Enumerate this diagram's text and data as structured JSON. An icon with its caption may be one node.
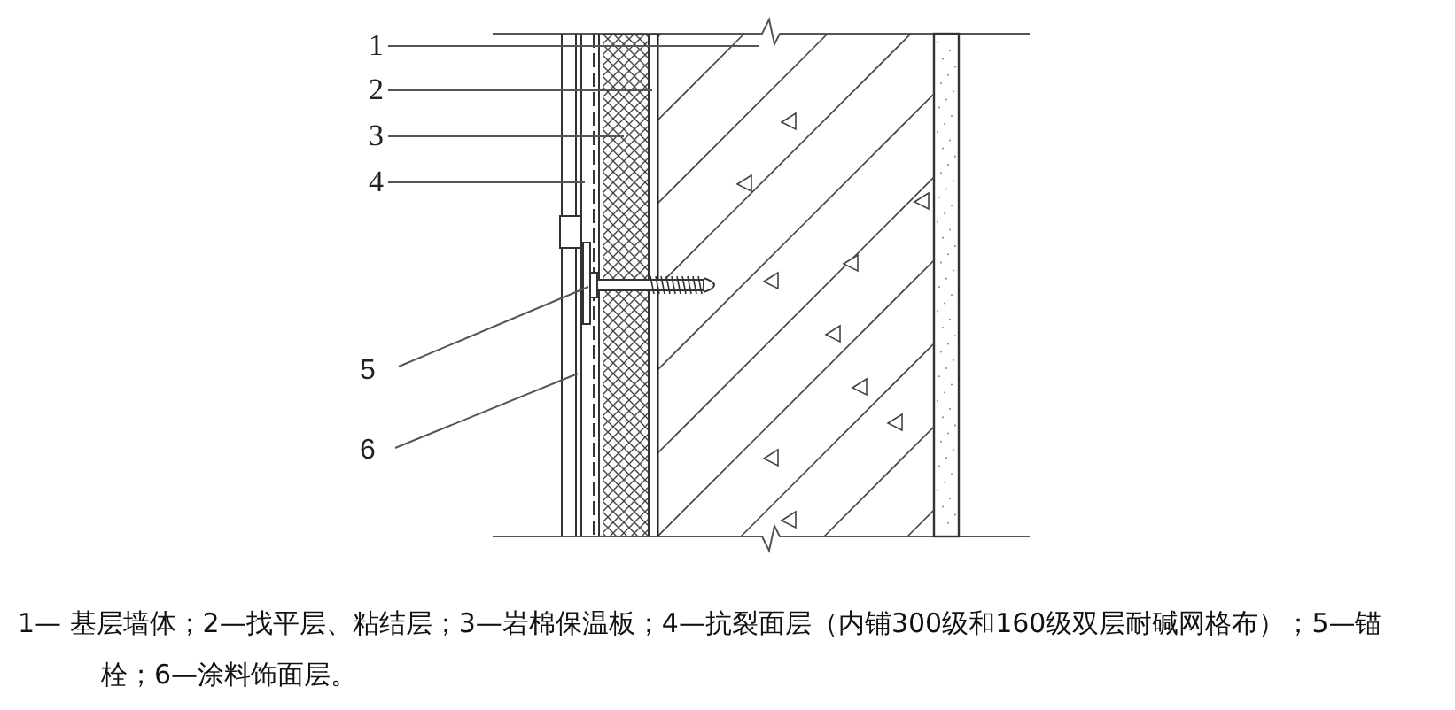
{
  "diagram": {
    "caption": "1— 基层墙体；2—找平层、粘结层；3—岩棉保温板；4—抗裂面层（内铺300级和160级双层耐碱网格布）；5—锚栓；6—涂料饰面层。",
    "nodes": [
      {
        "text": [
          "1"
        ]
      },
      {
        "text": [
          "2"
        ]
      },
      {
        "text": [
          "3"
        ]
      },
      {
        "text": [
          "4"
        ]
      },
      {
        "text": [
          "5"
        ]
      },
      {
        "text": [
          "6"
        ]
      },
      {
        "text": [],
        "shape": "bar"
      },
      {
        "text": [],
        "shape": "bar"
      },
      {
        "text": [],
        "shape": "bar"
      },
      {
        "text": [],
        "shape": "bar"
      },
      {
        "text": [],
        "shape": "bar"
      },
      {
        "text": [],
        "shape": "picture"
      }
    ],
    "edges": [
      {
        "from": 0,
        "to": 10,
        "arrow": "none"
      },
      {
        "from": 1,
        "to": 9,
        "arrow": "none"
      },
      {
        "from": 2,
        "to": 8,
        "arrow": "none"
      },
      {
        "from": 3,
        "to": 7,
        "arrow": "none"
      },
      {
        "from": 4,
        "to": 11,
        "arrow": "none"
      },
      {
        "from": 5,
        "to": 6,
        "arrow": "none"
      }
    ]
  }
}
